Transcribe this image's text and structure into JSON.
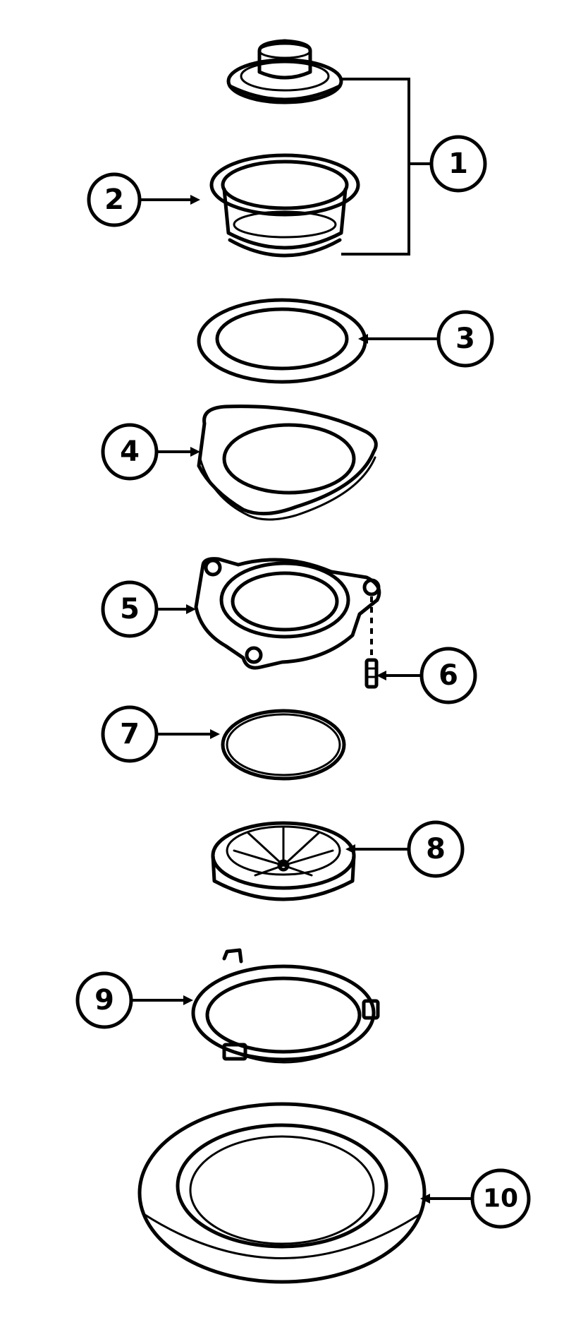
{
  "callouts": [
    {
      "id": "1",
      "label": "1"
    },
    {
      "id": "2",
      "label": "2"
    },
    {
      "id": "3",
      "label": "3"
    },
    {
      "id": "4",
      "label": "4"
    },
    {
      "id": "5",
      "label": "5"
    },
    {
      "id": "6",
      "label": "6"
    },
    {
      "id": "7",
      "label": "7"
    },
    {
      "id": "8",
      "label": "8"
    },
    {
      "id": "9",
      "label": "9"
    },
    {
      "id": "10",
      "label": "10"
    }
  ],
  "parts": [
    {
      "id": "1",
      "icon": "stopper-cap-icon"
    },
    {
      "id": "2",
      "icon": "sink-flange-icon"
    },
    {
      "id": "3",
      "icon": "flat-gasket-icon"
    },
    {
      "id": "4",
      "icon": "triangular-backup-ring-icon"
    },
    {
      "id": "5",
      "icon": "mounting-ring-icon"
    },
    {
      "id": "6",
      "icon": "mounting-screw-icon"
    },
    {
      "id": "7",
      "icon": "snap-ring-icon"
    },
    {
      "id": "8",
      "icon": "splash-baffle-icon"
    },
    {
      "id": "9",
      "icon": "clamp-ring-icon"
    },
    {
      "id": "10",
      "icon": "mounting-gasket-icon"
    }
  ]
}
